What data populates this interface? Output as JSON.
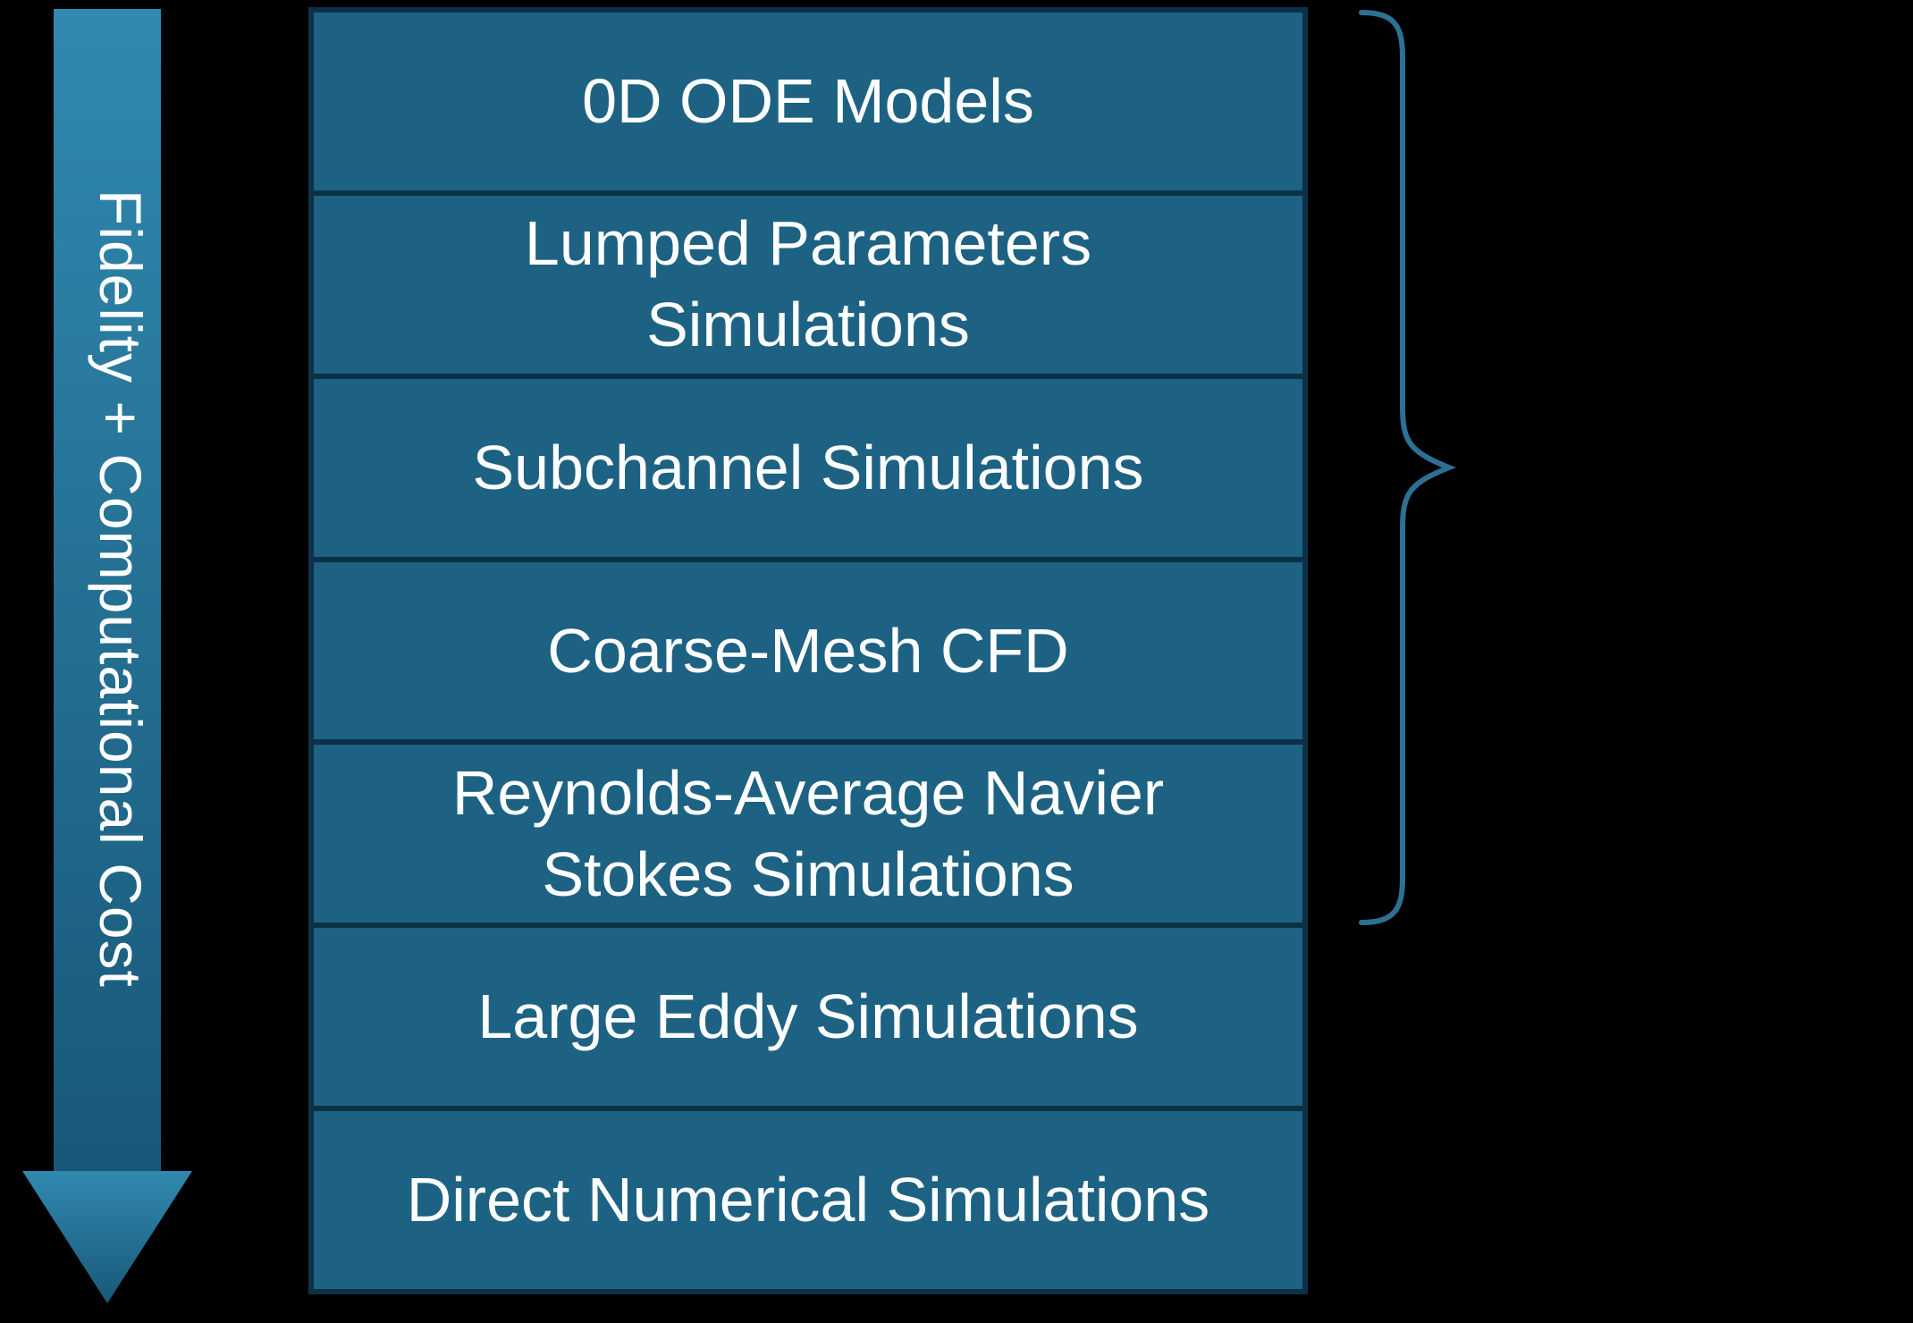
{
  "diagram": {
    "axis_arrow": {
      "label": "Fidelity + Computational Cost"
    },
    "stack": {
      "items": [
        "0D ODE Models",
        "Lumped Parameters Simulations",
        "Subchannel Simulations",
        "Coarse-Mesh CFD",
        "Reynolds-Average Navier Stokes Simulations",
        "Large Eddy Simulations",
        "Direct Numerical Simulations"
      ]
    },
    "colors": {
      "background": "#000000",
      "box_fill": "#1d6283",
      "box_border": "#0c3146",
      "box_text": "#ffffff",
      "arrow_fill_top": "#3189b0",
      "arrow_fill_bottom": "#185878",
      "arrow_text": "#ffffff",
      "brace_stroke": "#2d7094"
    }
  }
}
